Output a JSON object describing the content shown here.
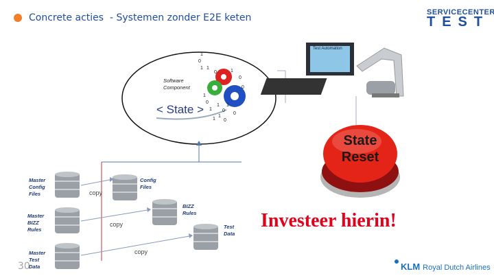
{
  "header": {
    "title": "Concrete acties  - Systemen zonder E2E keten",
    "logo_line1": "SERVICECENTER",
    "logo_line2": "TEST"
  },
  "diagram": {
    "software_component": "Software\nComponent",
    "state_label": "< State >",
    "binary_digits": [
      "1",
      "0",
      "1",
      "1",
      "0",
      "1",
      "0",
      "0",
      "1",
      "0",
      "1",
      "1",
      "0",
      "1",
      "0",
      "1",
      "0",
      "1"
    ],
    "databases": [
      {
        "label": "Master\nConfig\nFiles"
      },
      {
        "label": "Master\nBIZZ\nRules"
      },
      {
        "label": "Master\nTest\nData"
      },
      {
        "label": "Config\nFiles"
      },
      {
        "label": "BIZZ\nRules"
      },
      {
        "label": "Test\nData"
      }
    ],
    "copy_labels": [
      "copy",
      "copy",
      "copy"
    ]
  },
  "robot": {
    "screen_label": "Test Automation"
  },
  "state_reset_button": {
    "line1": "State",
    "line2": "Reset"
  },
  "callout": "Investeer hierin!",
  "footer": {
    "page_number": "30",
    "brand_logo": "KLM",
    "brand": "Royal Dutch Airlines"
  },
  "colors": {
    "accent_orange": "#f07f2a",
    "title_blue": "#1f4e9c",
    "callout_red": "#e3001b",
    "klm_blue": "#1a6fc0"
  }
}
